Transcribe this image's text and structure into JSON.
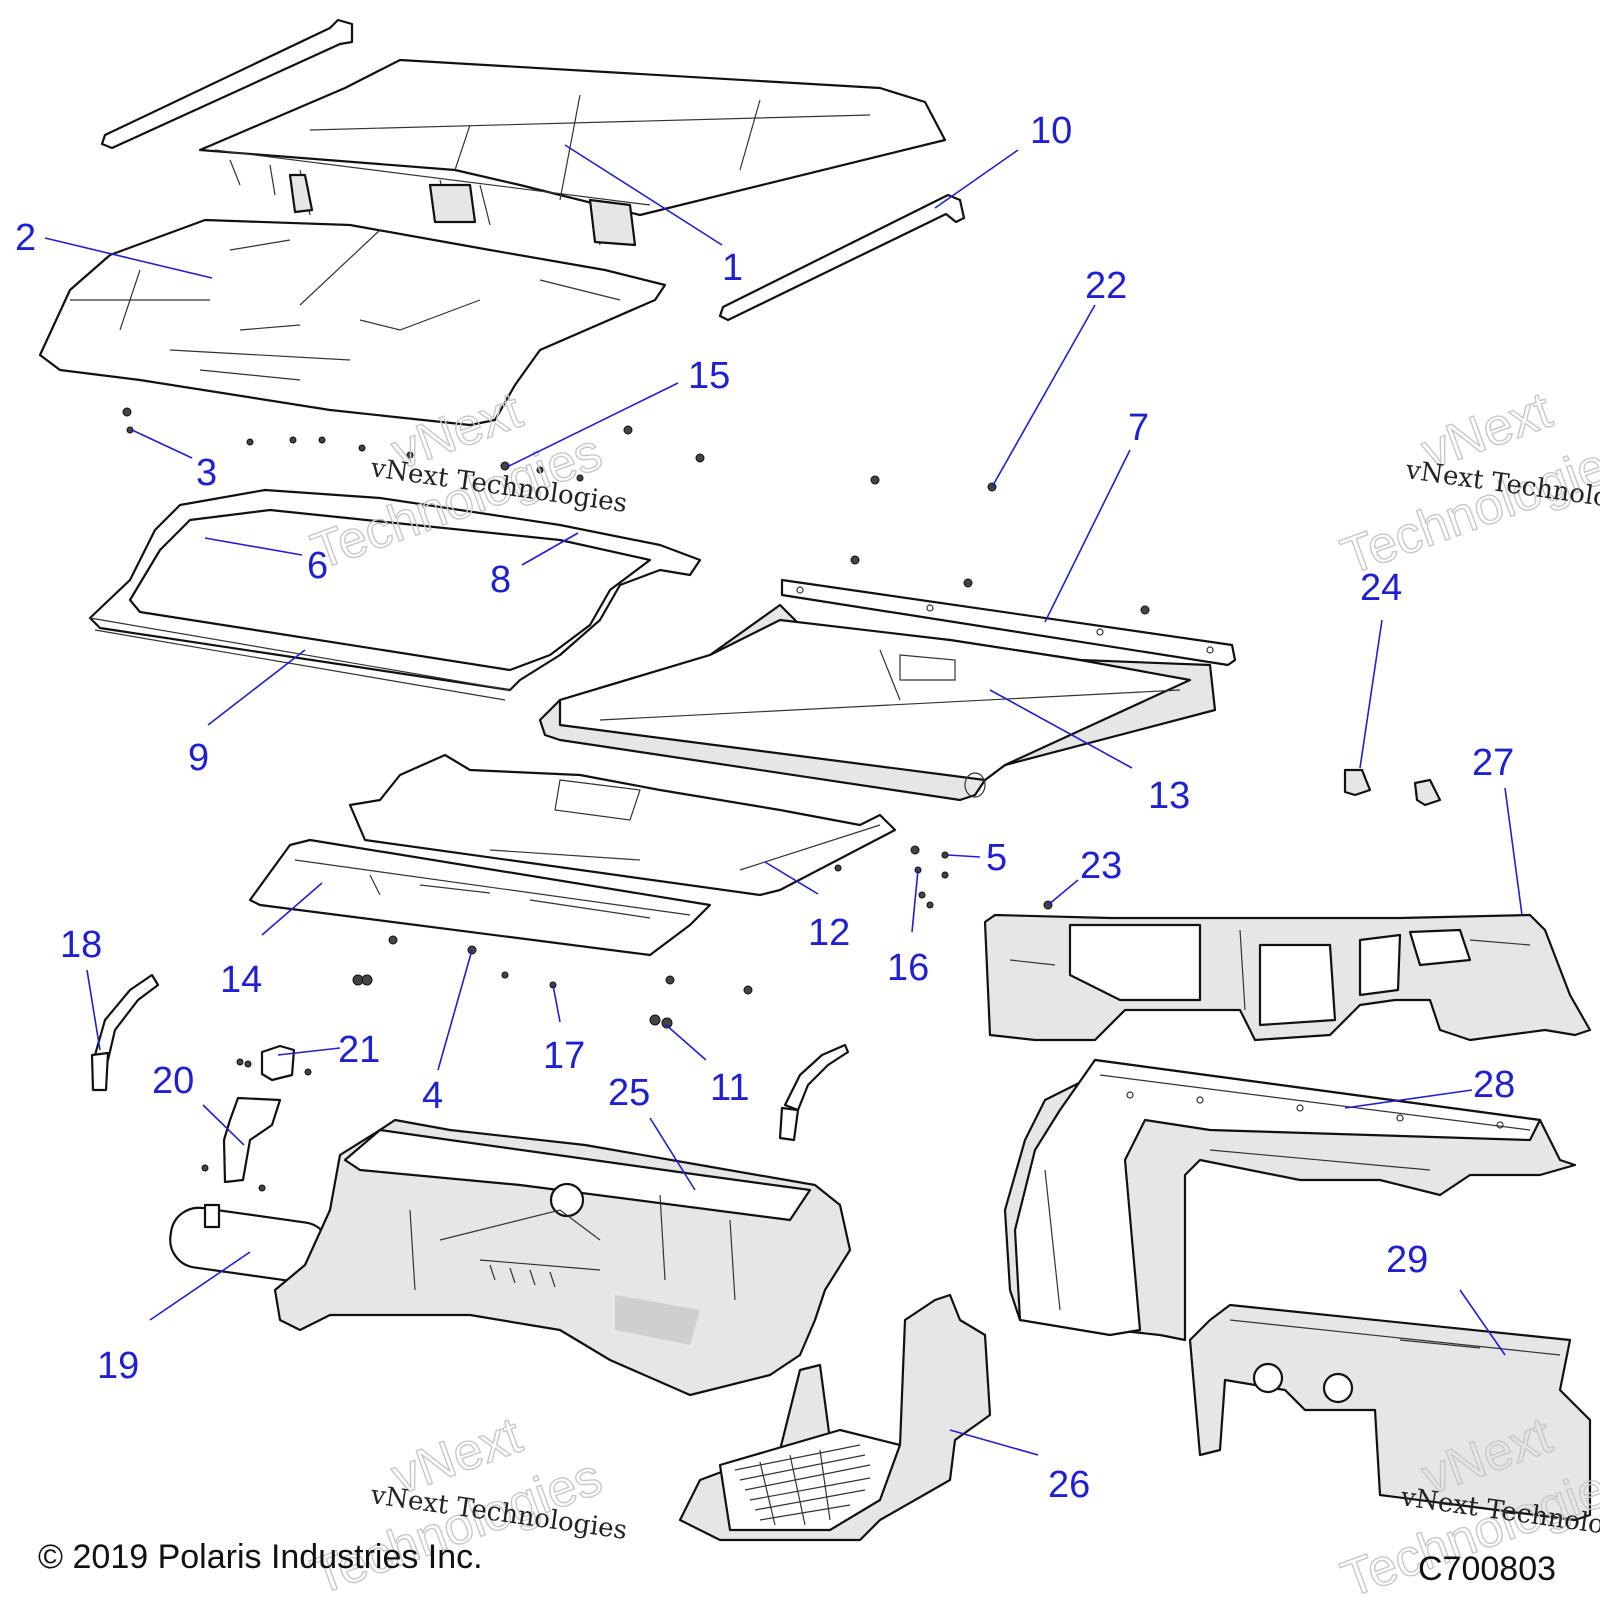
{
  "diagram": {
    "callouts": [
      {
        "id": "c1",
        "label": "1"
      },
      {
        "id": "c2",
        "label": "2"
      },
      {
        "id": "c3",
        "label": "3"
      },
      {
        "id": "c4",
        "label": "4"
      },
      {
        "id": "c5",
        "label": "5"
      },
      {
        "id": "c6",
        "label": "6"
      },
      {
        "id": "c7",
        "label": "7"
      },
      {
        "id": "c8",
        "label": "8"
      },
      {
        "id": "c9",
        "label": "9"
      },
      {
        "id": "c10",
        "label": "10"
      },
      {
        "id": "c11",
        "label": "11"
      },
      {
        "id": "c12",
        "label": "12"
      },
      {
        "id": "c13",
        "label": "13"
      },
      {
        "id": "c14",
        "label": "14"
      },
      {
        "id": "c15",
        "label": "15"
      },
      {
        "id": "c16",
        "label": "16"
      },
      {
        "id": "c17",
        "label": "17"
      },
      {
        "id": "c18",
        "label": "18"
      },
      {
        "id": "c19",
        "label": "19"
      },
      {
        "id": "c20",
        "label": "20"
      },
      {
        "id": "c21",
        "label": "21"
      },
      {
        "id": "c22",
        "label": "22"
      },
      {
        "id": "c23",
        "label": "23"
      },
      {
        "id": "c24",
        "label": "24"
      },
      {
        "id": "c25",
        "label": "25"
      },
      {
        "id": "c26",
        "label": "26"
      },
      {
        "id": "c27",
        "label": "27"
      },
      {
        "id": "c28",
        "label": "28"
      },
      {
        "id": "c29",
        "label": "29"
      }
    ],
    "watermark_small": "vNext Technologies",
    "watermark_big_1": "vNext",
    "watermark_big_2": "Technologies",
    "copyright": "© 2019 Polaris Industries Inc.",
    "drawing_code": "C700803",
    "callout_color": "#1f1fd6"
  }
}
